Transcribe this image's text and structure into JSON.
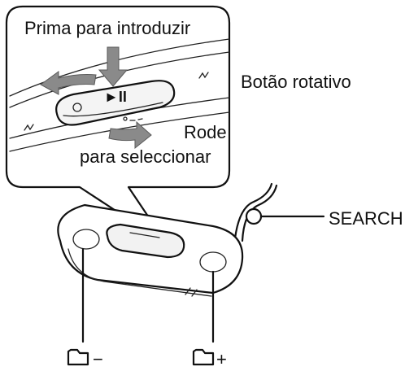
{
  "labels": {
    "press_to_enter": "Prima para introduzir",
    "rotary_button": "Botão rotativo",
    "rotate_line1": "Rode",
    "rotate_line2": "para seleccionar",
    "search": "SEARCH",
    "folder_minus": "−",
    "folder_plus": "+",
    "play_pause_symbol": "►II"
  },
  "icons": {
    "folder_minus": "folder-icon",
    "folder_plus": "folder-icon",
    "direction_arrows": "arrow-icon"
  },
  "colors": {
    "ink": "#111111",
    "arrow_fill": "#8a8a8a",
    "background": "#ffffff"
  }
}
